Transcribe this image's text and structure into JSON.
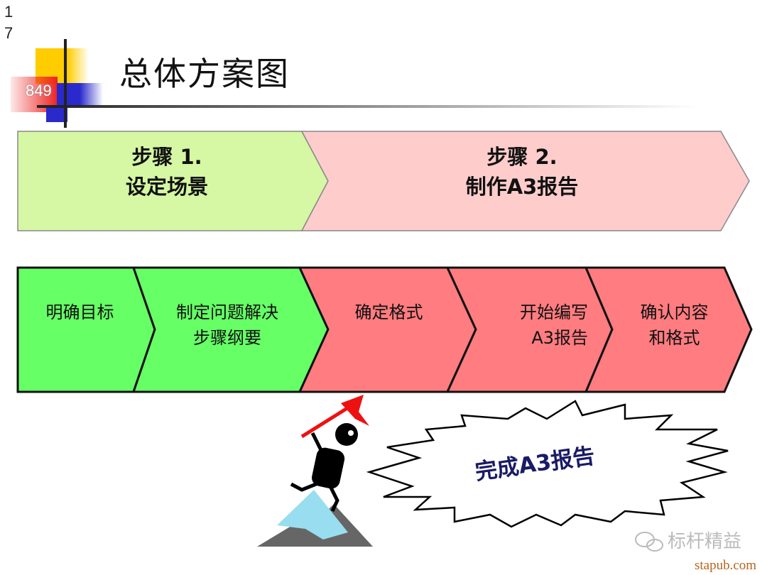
{
  "page_number": [
    "1",
    "7"
  ],
  "logo_badge": "849",
  "title": "总体方案图",
  "steps": [
    {
      "line1": "步骤 1.",
      "line2": "设定场景",
      "color": "#d6f7a3"
    },
    {
      "line1": "步骤 2.",
      "line2": "制作A3报告",
      "color": "#ffcccc"
    }
  ],
  "substeps": [
    {
      "line1": "明确目标",
      "line2": "",
      "color": "#66ff66"
    },
    {
      "line1": "制定问题解决",
      "line2": "步骤纲要",
      "color": "#66ff66"
    },
    {
      "line1": "确定格式",
      "line2": "",
      "color": "#ff7c80"
    },
    {
      "line1": "开始编写",
      "line2": "A3报告",
      "color": "#ff7c80"
    },
    {
      "line1": "确认内容",
      "line2": "和格式",
      "color": "#ff7c80"
    }
  ],
  "burst_text": "完成A3报告",
  "watermark": "标杆精益",
  "site": "stapub.com"
}
